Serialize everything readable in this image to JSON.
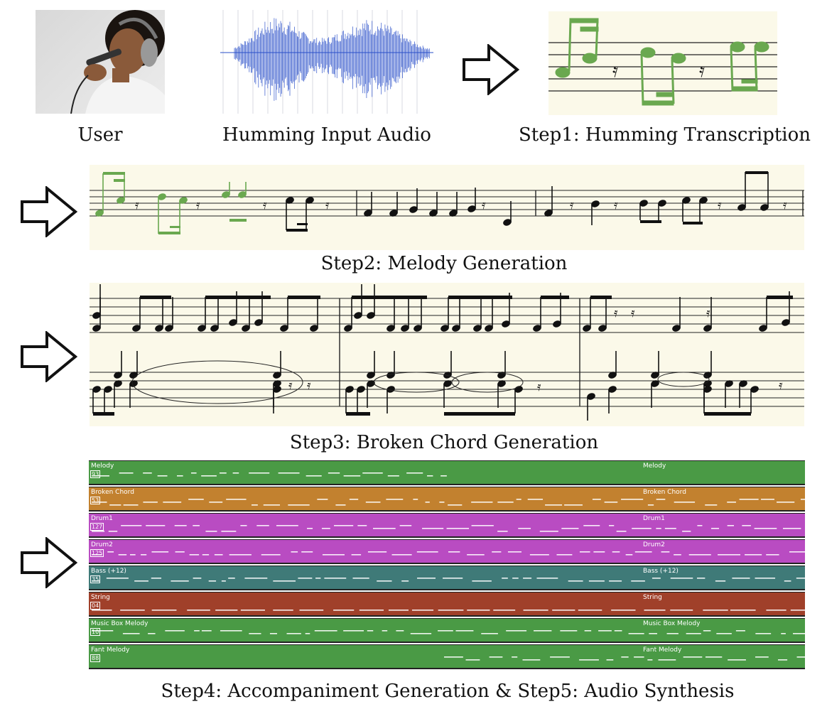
{
  "captions": {
    "user": "User",
    "humming_audio": "Humming Input Audio",
    "step1": "Step1: Humming Transcription",
    "step2": "Step2: Melody Generation",
    "step3": "Step3: Broken Chord Generation",
    "step45": "Step4: Accompaniment Generation & Step5: Audio Synthesis"
  },
  "tracks": [
    {
      "name": "Melody",
      "num": "93",
      "color": "#4a9a45"
    },
    {
      "name": "Broken Chord",
      "num": "53",
      "color": "#c2812f"
    },
    {
      "name": "Drum1",
      "num": "127",
      "color": "#b94cc2"
    },
    {
      "name": "Drum2",
      "num": "125",
      "color": "#b94cc2"
    },
    {
      "name": "Bass (+12)",
      "num": "35",
      "color": "#3f7a78"
    },
    {
      "name": "String",
      "num": "04",
      "color": "#a0402a"
    },
    {
      "name": "Music Box Melody",
      "num": "10",
      "color": "#4a9a45"
    },
    {
      "name": "Fant Melody",
      "num": "88",
      "color": "#4a9a45"
    }
  ],
  "colors": {
    "sheet_bg": "#fbf9e9",
    "melody_green": "#6aa84f",
    "waveform_blue": "#2a4fc9"
  }
}
